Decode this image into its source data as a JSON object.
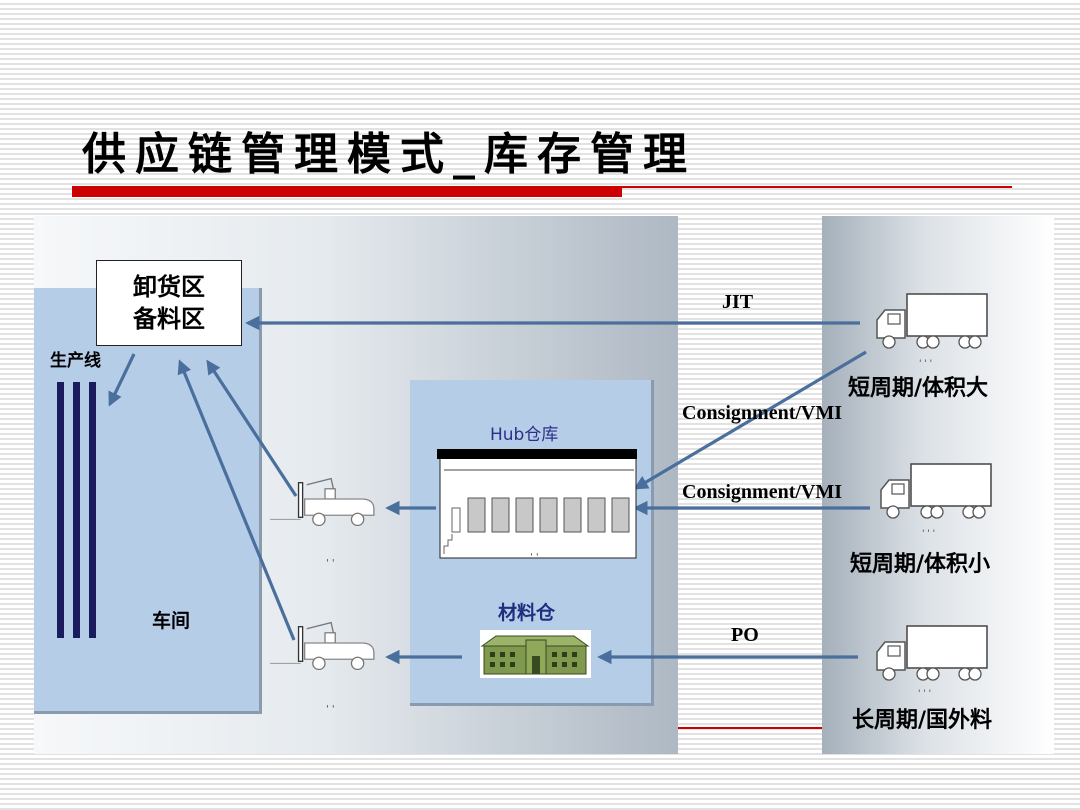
{
  "title": "供应链管理模式_库存管理",
  "unload_box": {
    "line1": "卸货区",
    "line2": "备料区"
  },
  "labels": {
    "production_line": "生产线",
    "workshop": "车间",
    "hub_warehouse": "Hub仓库",
    "material_warehouse": "材料仓"
  },
  "flows": {
    "jit": "JIT",
    "consignment_top": "Consignment/VMI",
    "consignment_mid": "Consignment/VMI",
    "po": "PO"
  },
  "suppliers": {
    "short_large": "短周期/体积大",
    "short_small": "短周期/体积小",
    "long_foreign": "长周期/国外料"
  },
  "colors": {
    "accent_red": "#cc0000",
    "zone_blue": "#b6cde8",
    "arrow_blue": "#4a6f9c"
  }
}
